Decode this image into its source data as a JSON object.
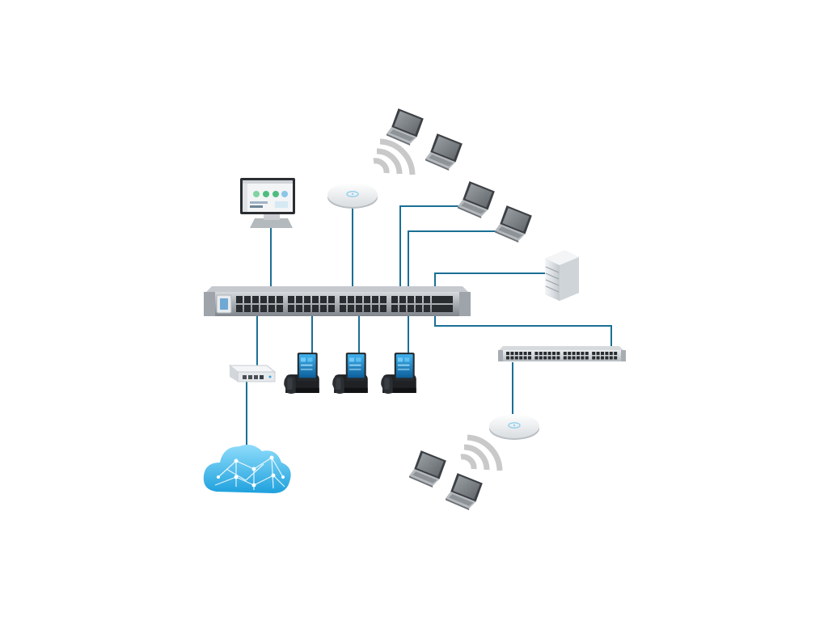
{
  "diagram": {
    "kind": "network-topology",
    "labels_shown": false,
    "colors": {
      "cable": "#1b6f95",
      "device_silver": "#9aa0a6",
      "port_dark": "#2a2d30",
      "cloud_blue": "#3bb3e6",
      "screen_blue": "#1e88c8",
      "wifi_gray": "#c8c8c8"
    },
    "devices": [
      {
        "id": "main-switch",
        "icon": "rackmount-48-port-switch"
      },
      {
        "id": "management-pc",
        "icon": "desktop-monitor-icon"
      },
      {
        "id": "ceiling-ap-1",
        "icon": "ceiling-access-point-icon"
      },
      {
        "id": "laptop-wifi-1",
        "icon": "laptop-icon"
      },
      {
        "id": "laptop-wifi-2",
        "icon": "laptop-icon"
      },
      {
        "id": "laptop-wired-1",
        "icon": "laptop-icon"
      },
      {
        "id": "laptop-wired-2",
        "icon": "laptop-icon"
      },
      {
        "id": "server",
        "icon": "server-tower-icon"
      },
      {
        "id": "secondary-switch",
        "icon": "rackmount-48-port-switch"
      },
      {
        "id": "ceiling-ap-2",
        "icon": "ceiling-access-point-icon"
      },
      {
        "id": "laptop-wifi-3",
        "icon": "laptop-icon"
      },
      {
        "id": "laptop-wifi-4",
        "icon": "laptop-icon"
      },
      {
        "id": "gateway-router",
        "icon": "router-icon"
      },
      {
        "id": "internet-cloud",
        "icon": "cloud-icon"
      },
      {
        "id": "ip-phone-1",
        "icon": "ip-phone-icon"
      },
      {
        "id": "ip-phone-2",
        "icon": "ip-phone-icon"
      },
      {
        "id": "ip-phone-3",
        "icon": "ip-phone-icon"
      }
    ],
    "links": [
      {
        "from": "management-pc",
        "to": "main-switch",
        "type": "wired"
      },
      {
        "from": "ceiling-ap-1",
        "to": "main-switch",
        "type": "wired"
      },
      {
        "from": "laptop-wired-1",
        "to": "main-switch",
        "type": "wired"
      },
      {
        "from": "laptop-wired-2",
        "to": "main-switch",
        "type": "wired"
      },
      {
        "from": "server",
        "to": "main-switch",
        "type": "wired"
      },
      {
        "from": "secondary-switch",
        "to": "main-switch",
        "type": "wired"
      },
      {
        "from": "gateway-router",
        "to": "main-switch",
        "type": "wired"
      },
      {
        "from": "ip-phone-1",
        "to": "main-switch",
        "type": "wired"
      },
      {
        "from": "ip-phone-2",
        "to": "main-switch",
        "type": "wired"
      },
      {
        "from": "ip-phone-3",
        "to": "main-switch",
        "type": "wired"
      },
      {
        "from": "internet-cloud",
        "to": "gateway-router",
        "type": "wired"
      },
      {
        "from": "ceiling-ap-2",
        "to": "secondary-switch",
        "type": "wired"
      },
      {
        "from": "laptop-wifi-1",
        "to": "ceiling-ap-1",
        "type": "wireless"
      },
      {
        "from": "laptop-wifi-2",
        "to": "ceiling-ap-1",
        "type": "wireless"
      },
      {
        "from": "laptop-wifi-3",
        "to": "ceiling-ap-2",
        "type": "wireless"
      },
      {
        "from": "laptop-wifi-4",
        "to": "ceiling-ap-2",
        "type": "wireless"
      }
    ]
  }
}
